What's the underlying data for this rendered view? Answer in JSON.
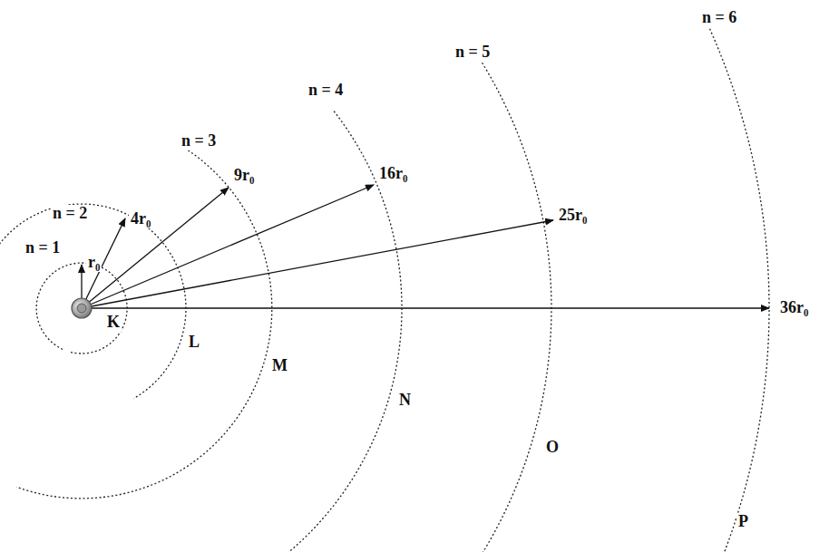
{
  "diagram": {
    "labels": [
      "n = 1",
      "n = 2",
      "n = 3",
      "n = 4",
      "n = 5",
      "n = 6",
      "r₀",
      "4r₀",
      "9r₀",
      "16r₀",
      "25r₀",
      "36r₀",
      "K",
      "L",
      "M",
      "N",
      "O",
      "P"
    ]
  }
}
